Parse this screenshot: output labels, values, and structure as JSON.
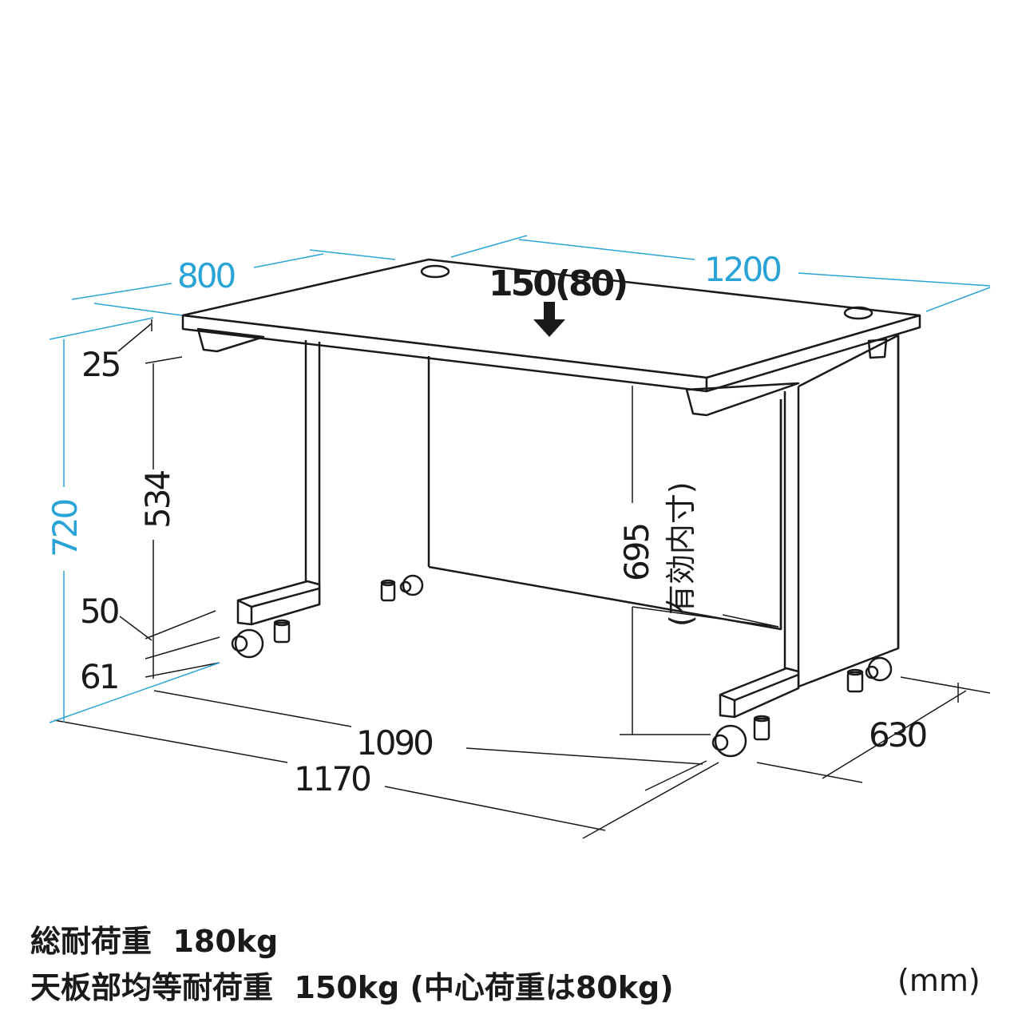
{
  "diagram": {
    "dimensions": {
      "depth_top": "800",
      "width_top": "1200",
      "height_total": "720",
      "top_thickness": "25",
      "panel_height": "534",
      "foot_height": "50",
      "caster_height": "61",
      "inner_height_value": "695",
      "inner_height_note": "(有効内寸)",
      "base_width_inner": "1090",
      "base_width_outer": "1170",
      "base_depth": "630"
    },
    "load_label": "150(80)",
    "colors": {
      "accent": "#2aa4d6",
      "line": "#1a1a1a",
      "background": "#ffffff"
    }
  },
  "caption": {
    "line1": "総耐荷重  180kg",
    "line2": "天板部均等耐荷重  150kg (中心荷重は80kg)",
    "unit": "(mm)"
  }
}
